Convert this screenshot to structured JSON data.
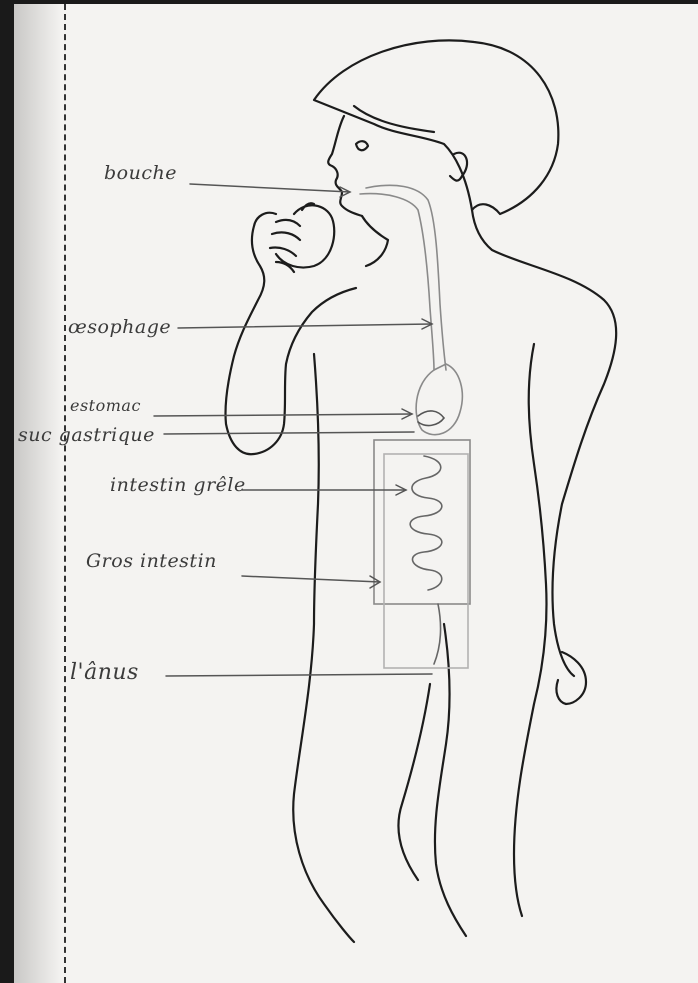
{
  "labels": {
    "bouche": "bouche",
    "oesophage": "œsophage",
    "estomac": "estomac",
    "suc_gastrique": "suc gastrique",
    "intestin_grele": "intestin grêle",
    "gros_intestin": "Gros intestin",
    "anus": "l'ânus"
  },
  "colors": {
    "paper": "#f4f3f1",
    "pen": "#1c1c1c",
    "pencil": "#555555",
    "organ": "#8a8a8a"
  }
}
